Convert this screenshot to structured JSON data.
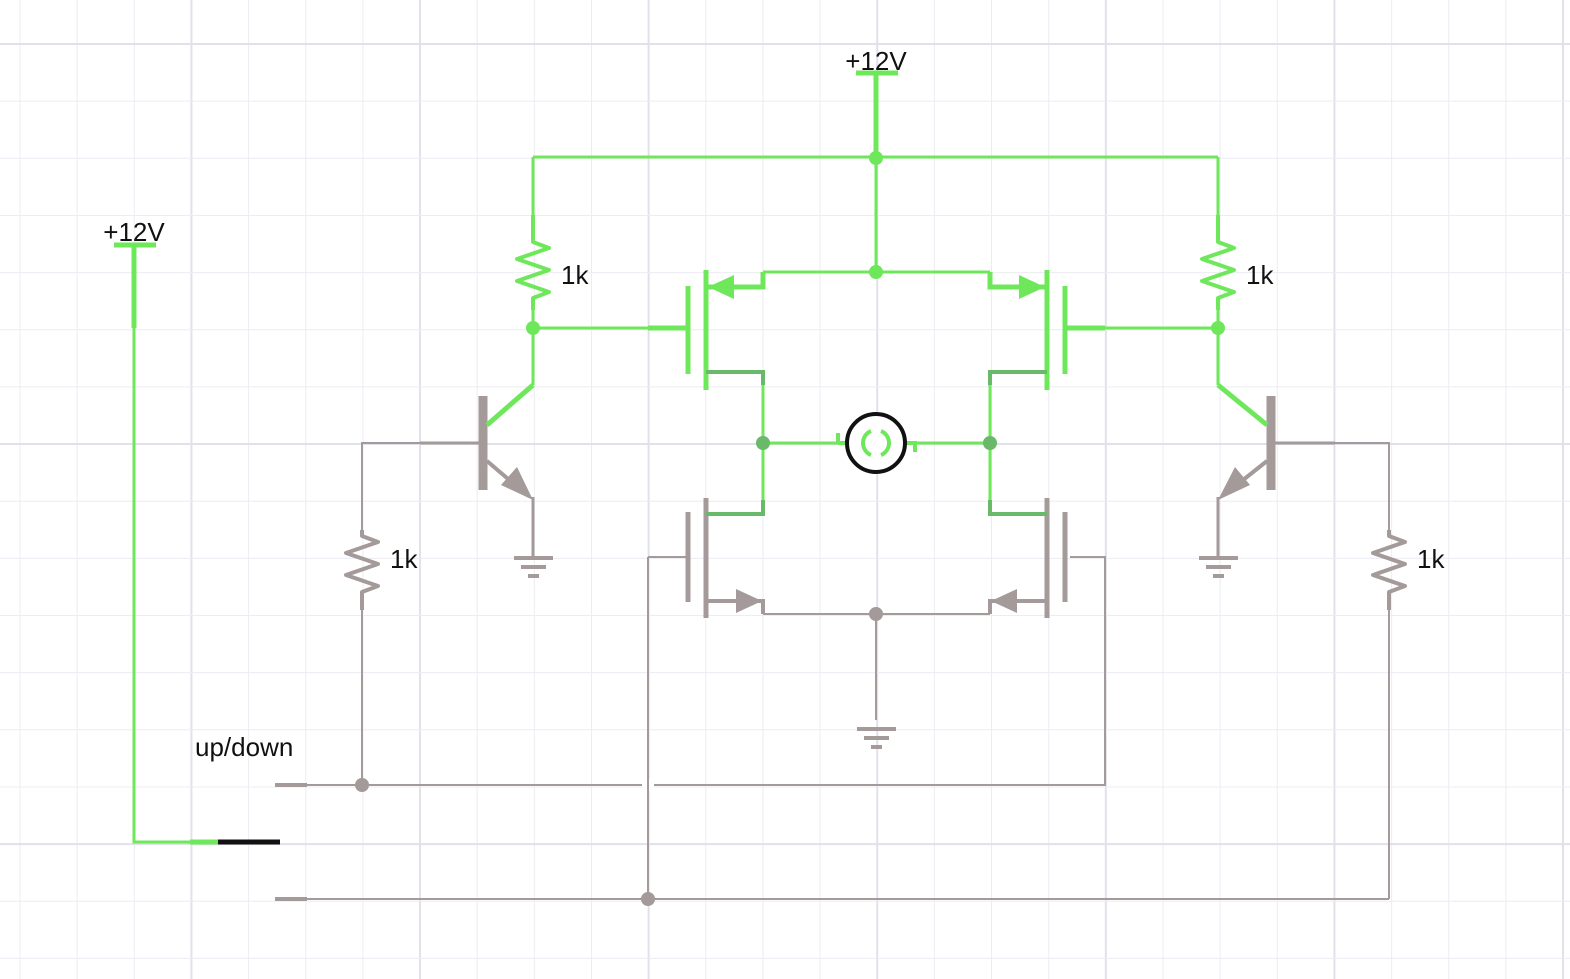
{
  "colors": {
    "background": "#ffffff",
    "grid_minor": "#ececf3",
    "grid_major": "#e1e1ea",
    "live": "#6ee85a",
    "live_dim": "#6ab86a",
    "dead": "#a49a9a",
    "switch_blade": "#111111",
    "text": "#111111"
  },
  "labels": {
    "supply_top": "+12V",
    "supply_left": "+12V",
    "r_top_left": "1k",
    "r_top_right": "1k",
    "r_bottom_left": "1k",
    "r_bottom_right": "1k",
    "switch": "up/down"
  },
  "icons": {
    "motor": "motor-icon",
    "ground": "ground-icon",
    "resistor": "resistor-icon",
    "npn": "npn-transistor-icon",
    "pmos": "pmos-transistor-icon",
    "nmos": "nmos-transistor-icon",
    "switch": "spdt-switch-icon"
  }
}
